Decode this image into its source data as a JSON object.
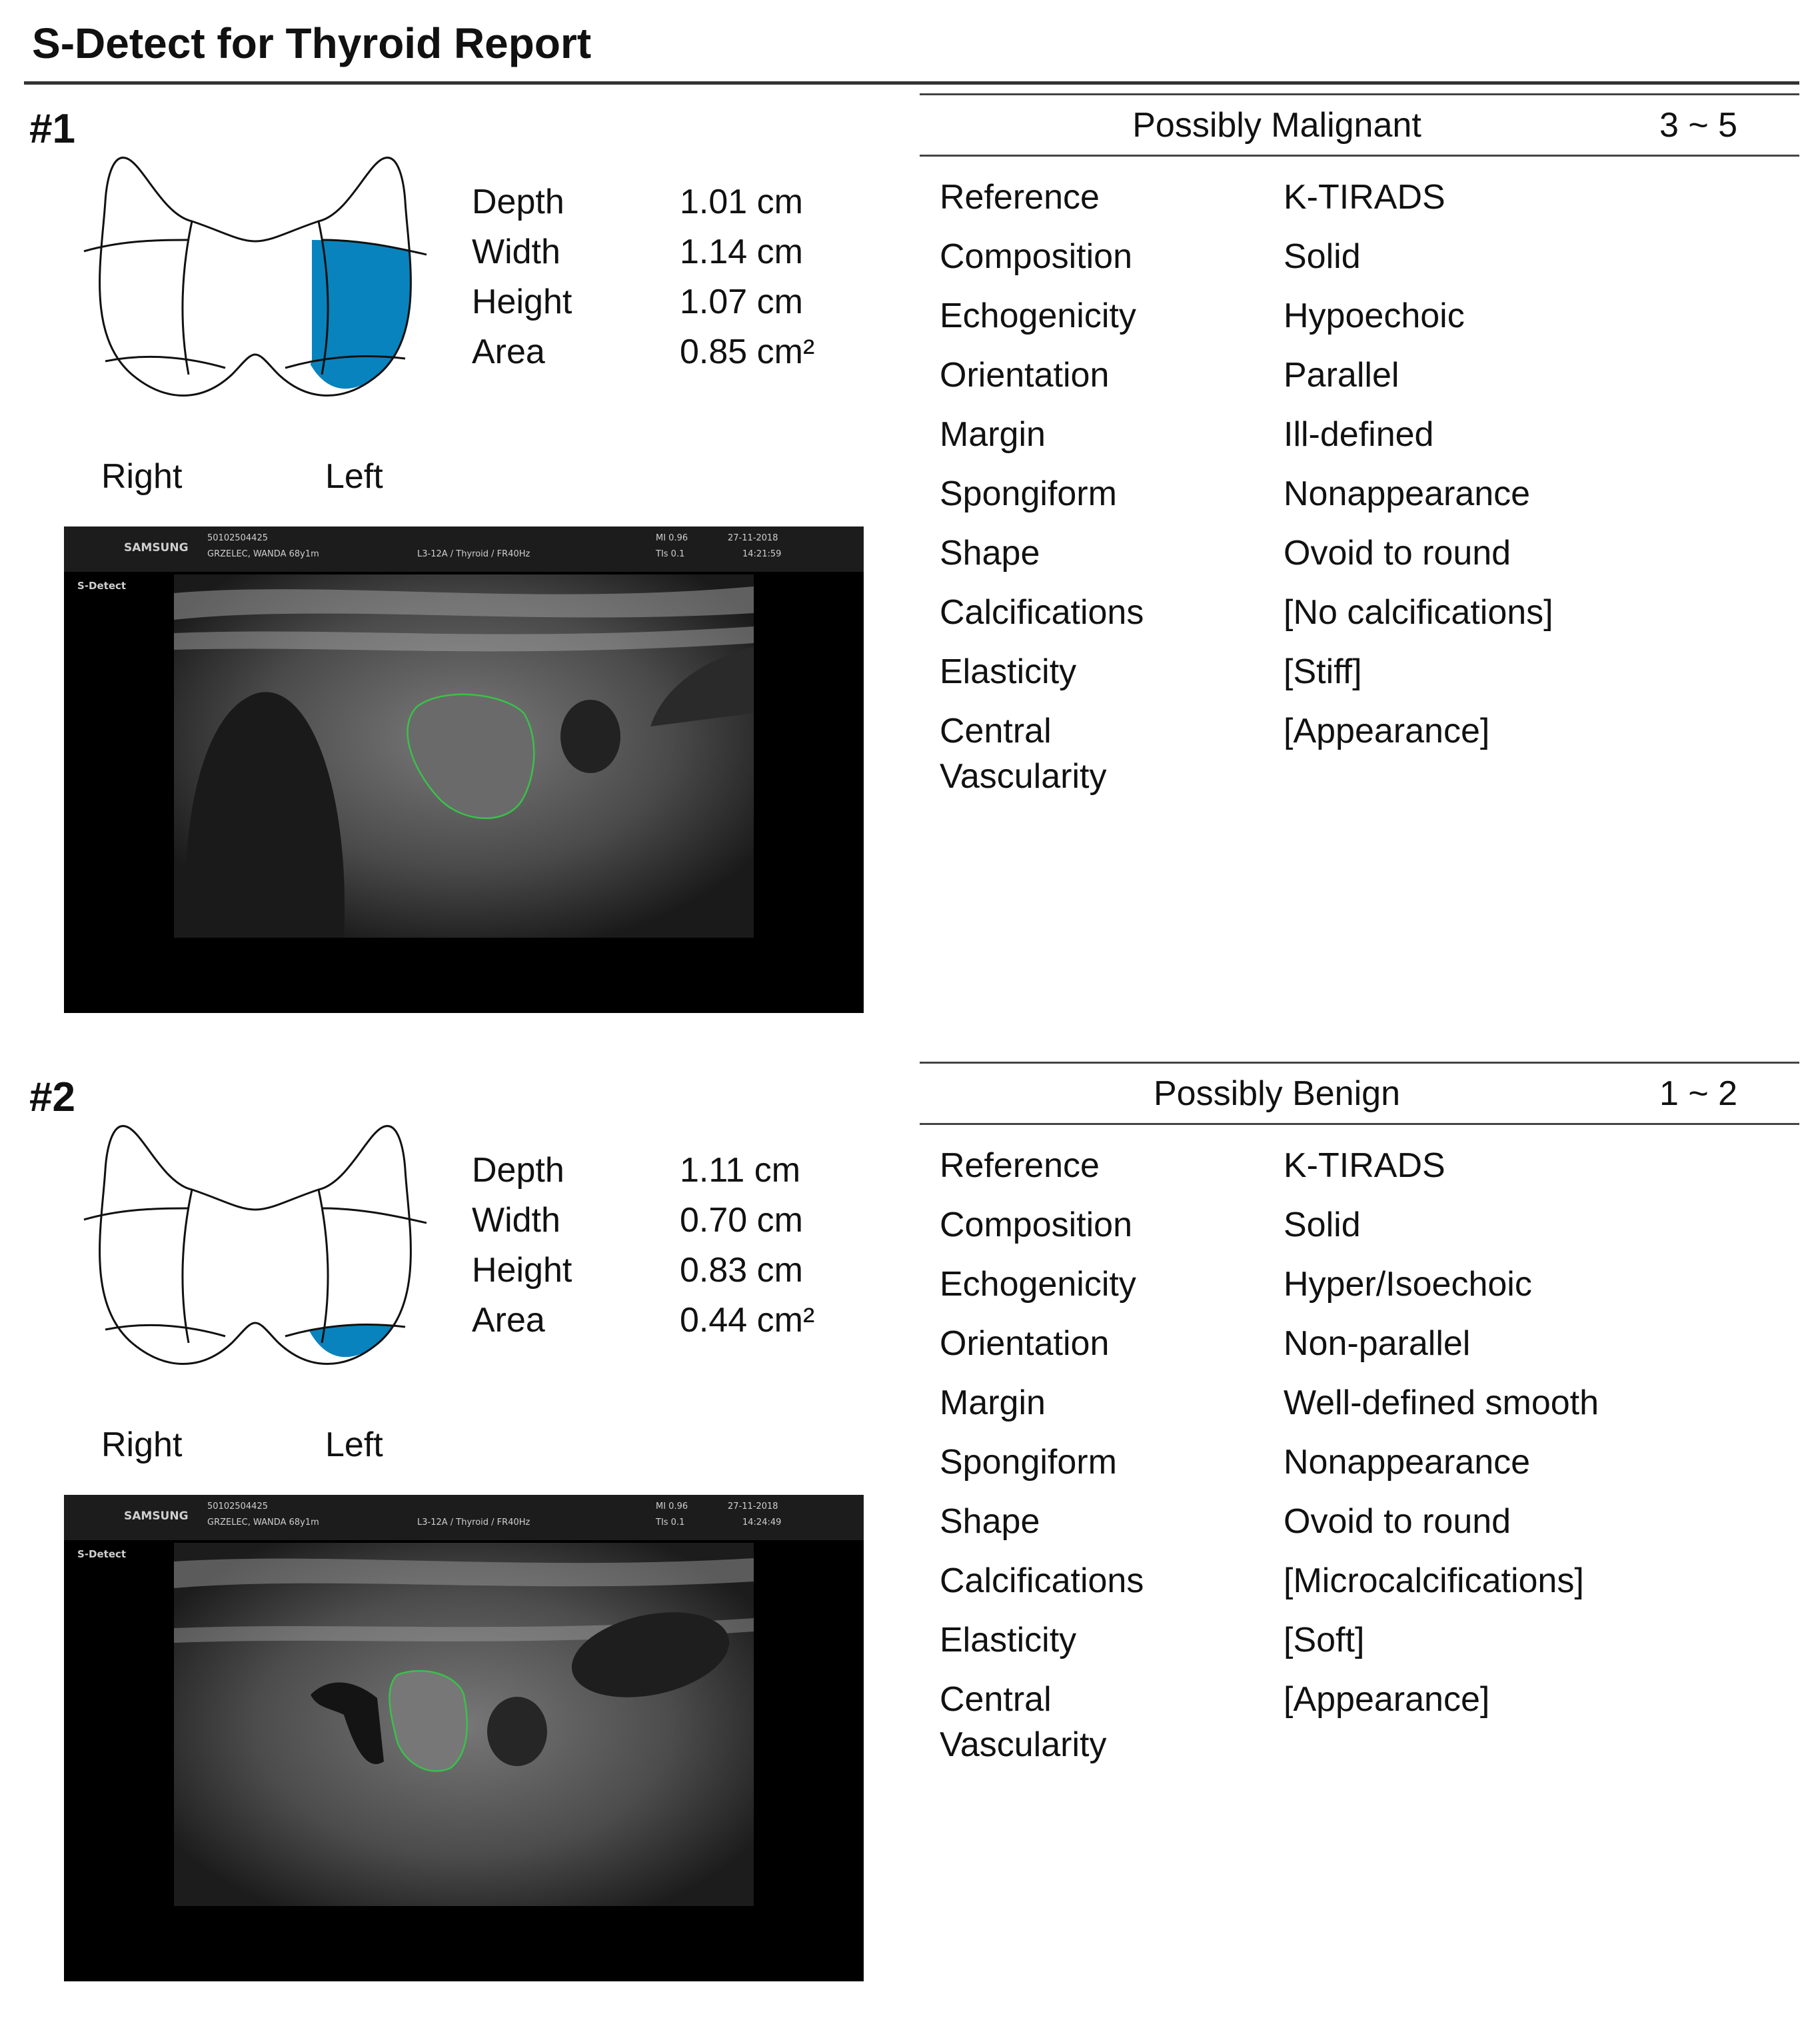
{
  "title": "S-Detect for Thyroid Report",
  "side_labels": {
    "right": "Right",
    "left": "Left"
  },
  "colors": {
    "highlight": "#0883bd",
    "contour": "#39c24a"
  },
  "nodules": [
    {
      "number": "#1",
      "measurements": [
        {
          "label": "Depth",
          "value": "1.01 cm"
        },
        {
          "label": "Width",
          "value": "1.14 cm"
        },
        {
          "label": "Height",
          "value": "1.07 cm"
        },
        {
          "label": "Area",
          "value": "0.85 cm²"
        }
      ],
      "highlighted_regions": [
        "left-upper",
        "left-lower"
      ],
      "result": {
        "category": "Possibly Malignant",
        "score": "3 ~ 5"
      },
      "features": [
        {
          "label": "Reference",
          "value": "K-TIRADS"
        },
        {
          "label": "Composition",
          "value": "Solid"
        },
        {
          "label": "Echogenicity",
          "value": "Hypoechoic"
        },
        {
          "label": "Orientation",
          "value": "Parallel"
        },
        {
          "label": "Margin",
          "value": "Ill-defined"
        },
        {
          "label": "Spongiform",
          "value": "Nonappearance"
        },
        {
          "label": "Shape",
          "value": "Ovoid to round"
        },
        {
          "label": "Calcifications",
          "value": "[No calcifications]"
        },
        {
          "label": "Elasticity",
          "value": "[Stiff]"
        },
        {
          "label": "Central",
          "label2": "Vascularity",
          "value": "[Appearance]"
        }
      ],
      "ultrasound": {
        "brand": "SAMSUNG",
        "patient_id": "50102504425",
        "patient_name": "GRZELEC, WANDA 68y1m",
        "probe": "L3-12A / Thyroid / FR40Hz",
        "mi": "MI 0.96",
        "tis": "TIs 0.1",
        "date": "27-11-2018",
        "time": "14:21:59",
        "mode": "S-Detect"
      }
    },
    {
      "number": "#2",
      "measurements": [
        {
          "label": "Depth",
          "value": "1.11 cm"
        },
        {
          "label": "Width",
          "value": "0.70 cm"
        },
        {
          "label": "Height",
          "value": "0.83 cm"
        },
        {
          "label": "Area",
          "value": "0.44 cm²"
        }
      ],
      "highlighted_regions": [
        "left-lower"
      ],
      "result": {
        "category": "Possibly Benign",
        "score": "1 ~ 2"
      },
      "features": [
        {
          "label": "Reference",
          "value": "K-TIRADS"
        },
        {
          "label": "Composition",
          "value": "Solid"
        },
        {
          "label": "Echogenicity",
          "value": "Hyper/Isoechoic"
        },
        {
          "label": "Orientation",
          "value": "Non-parallel"
        },
        {
          "label": "Margin",
          "value": "Well-defined smooth"
        },
        {
          "label": "Spongiform",
          "value": "Nonappearance"
        },
        {
          "label": "Shape",
          "value": "Ovoid to round"
        },
        {
          "label": "Calcifications",
          "value": "[Microcalcifications]"
        },
        {
          "label": "Elasticity",
          "value": "[Soft]"
        },
        {
          "label": "Central",
          "label2": "Vascularity",
          "value": "[Appearance]"
        }
      ],
      "ultrasound": {
        "brand": "SAMSUNG",
        "patient_id": "50102504425",
        "patient_name": "GRZELEC, WANDA 68y1m",
        "probe": "L3-12A / Thyroid / FR40Hz",
        "mi": "MI 0.96",
        "tis": "TIs 0.1",
        "date": "27-11-2018",
        "time": "14:24:49",
        "mode": "S-Detect"
      }
    }
  ]
}
